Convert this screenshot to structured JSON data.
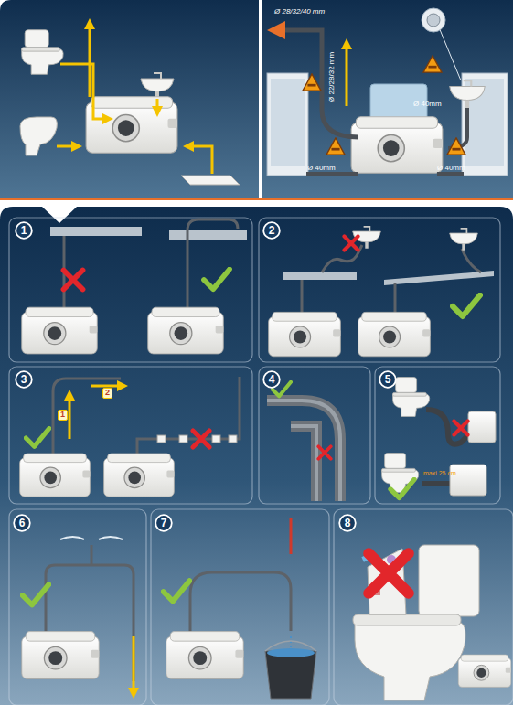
{
  "diagram": {
    "nodes": [
      {
        "text": [
          "1"
        ]
      },
      {
        "text": [
          "2"
        ]
      },
      {
        "text": [
          "3"
        ]
      },
      {
        "text": [
          "4"
        ]
      },
      {
        "text": [
          "5"
        ]
      },
      {
        "text": [
          "6"
        ]
      },
      {
        "text": [
          "7"
        ]
      },
      {
        "text": [
          "8"
        ]
      }
    ],
    "labels": [
      "Ø 28/32/40 mm",
      "Ø 22/28/32 mm",
      "Ø 40mm",
      "Ø 40mm",
      "Ø 40mm",
      "1",
      "2",
      "maxi 25 cm"
    ]
  }
}
